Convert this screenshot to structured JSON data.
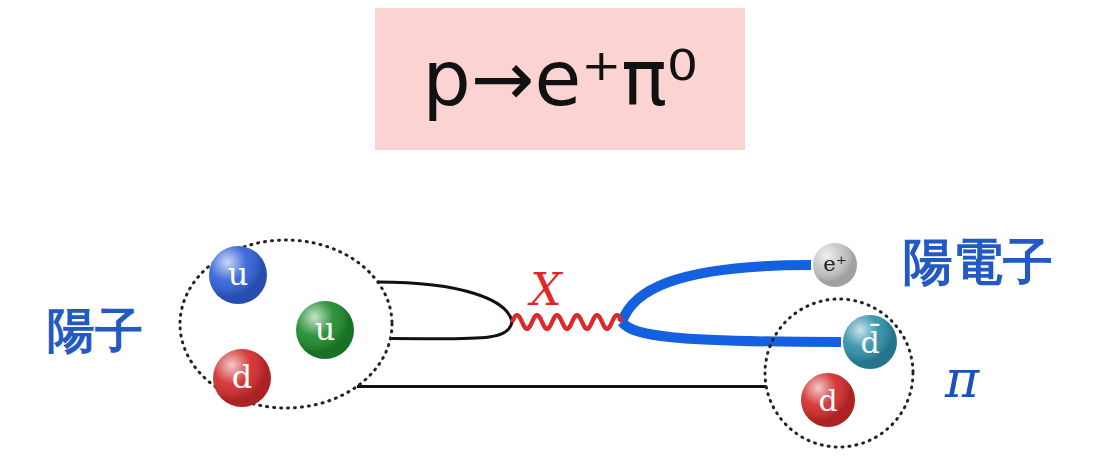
{
  "diagram": {
    "title": "p→e⁺π⁰",
    "nodes": [
      {
        "text": [
          "陽子"
        ]
      },
      {
        "text": [
          "u"
        ],
        "in": 0
      },
      {
        "text": [
          "u"
        ],
        "in": 0
      },
      {
        "text": [
          "d"
        ],
        "in": 0
      },
      {
        "text": [
          "e⁺",
          "陽電子"
        ]
      },
      {
        "text": [
          "π"
        ]
      },
      {
        "text": [
          "d̄"
        ],
        "in": 5
      },
      {
        "text": [
          "d"
        ],
        "in": 5
      }
    ],
    "edges": [
      {
        "from": 0,
        "to": 4,
        "arrow": "none"
      },
      {
        "from": 0,
        "to": 6,
        "arrow": "none"
      },
      {
        "from": 0,
        "to": 5,
        "arrow": "none"
      }
    ],
    "labels": [
      "X"
    ]
  }
}
